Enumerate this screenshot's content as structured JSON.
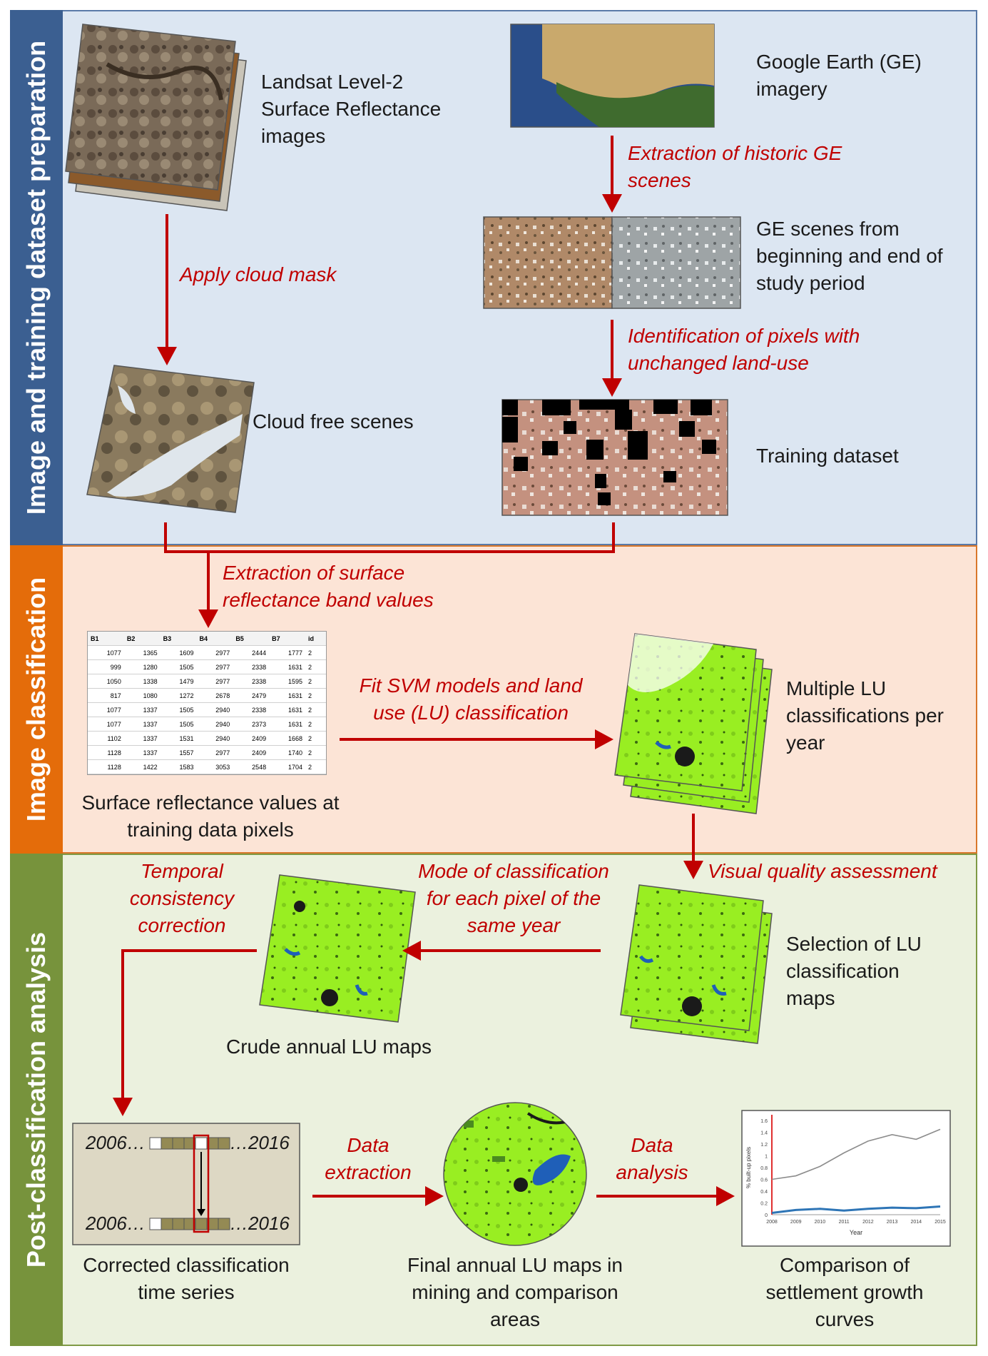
{
  "sections": [
    {
      "label": "Image and training dataset preparation",
      "side_color": "#3b5f91",
      "bg": "#dce6f2"
    },
    {
      "label": "Image classification",
      "side_color": "#e46c0a",
      "bg": "#fce4d6"
    },
    {
      "label": "Post-classification analysis",
      "side_color": "#77933c",
      "bg": "#ebf1de"
    }
  ],
  "nodes": {
    "landsat": "Landsat Level-2 Surface Reflectance images",
    "google_earth": "Google Earth (GE) imagery",
    "ge_scenes": "GE scenes from beginning and end of study period",
    "cloud_free": "Cloud free scenes",
    "training_dataset": "Training dataset",
    "multiple_lu": "Multiple LU classifications per year",
    "sr_values": "Surface reflectance values at training data pixels",
    "crude_lu": "Crude annual LU maps",
    "selection_lu": "Selection of LU classification maps",
    "corrected_ts": "Corrected classification time series",
    "final_lu": "Final annual LU maps in mining and comparison areas",
    "comparison": "Comparison of settlement growth curves"
  },
  "edges": {
    "apply_cloud_mask": "Apply cloud mask",
    "extract_ge": "Extraction of historic GE scenes",
    "identify_pixels": "Identification of pixels with unchanged land-use",
    "extract_bands": "Extraction of surface reflectance band values",
    "fit_svm": "Fit SVM models and land use (LU) classification",
    "visual_qa": "Visual quality assessment",
    "mode_classification": "Mode of classification for each pixel of the same year",
    "temporal_correction": "Temporal consistency correction",
    "data_extraction": "Data extraction",
    "data_analysis": "Data analysis"
  },
  "timeseries": {
    "start_label_top": "2006…",
    "end_label_top": "…2016",
    "start_label_bottom": "2006…",
    "end_label_bottom": "…2016"
  },
  "table": {
    "headers": [
      "B1",
      "B2",
      "B3",
      "B4",
      "B5",
      "B7",
      "id"
    ],
    "rows": [
      [
        "1077",
        "1365",
        "1609",
        "2977",
        "2444",
        "1777",
        "2"
      ],
      [
        "999",
        "1280",
        "1505",
        "2977",
        "2338",
        "1631",
        "2"
      ],
      [
        "1050",
        "1338",
        "1479",
        "2977",
        "2338",
        "1595",
        "2"
      ],
      [
        "817",
        "1080",
        "1272",
        "2678",
        "2479",
        "1631",
        "2"
      ],
      [
        "1077",
        "1337",
        "1505",
        "2940",
        "2338",
        "1631",
        "2"
      ],
      [
        "1077",
        "1337",
        "1505",
        "2940",
        "2373",
        "1631",
        "2"
      ],
      [
        "1102",
        "1337",
        "1531",
        "2940",
        "2409",
        "1668",
        "2"
      ],
      [
        "1128",
        "1337",
        "1557",
        "2977",
        "2409",
        "1740",
        "2"
      ],
      [
        "1128",
        "1422",
        "1583",
        "3053",
        "2548",
        "1704",
        "2"
      ]
    ]
  },
  "chart_data": {
    "type": "line",
    "x": [
      2008,
      2009,
      2010,
      2011,
      2012,
      2013,
      2014,
      2015
    ],
    "xlabel": "Year",
    "ylabel": "% built-up pixels",
    "ylim": [
      0,
      1.6
    ],
    "yticks": [
      "1.6",
      "1.4",
      "1.2",
      "1",
      "0.8",
      "0.6",
      "0.4",
      "0.2",
      "0"
    ],
    "xticks": [
      "2008",
      "2009",
      "2010",
      "2011",
      "2012",
      "2013",
      "2014",
      "2015"
    ],
    "series": [
      {
        "values": [
          0.6,
          0.66,
          0.82,
          1.05,
          1.25,
          1.36,
          1.28,
          1.45
        ],
        "color": "#8c8c8c"
      },
      {
        "values": [
          0.03,
          0.08,
          0.1,
          0.07,
          0.1,
          0.12,
          0.11,
          0.14
        ],
        "color": "#2e75b6"
      }
    ],
    "marker_line_x": 2008
  }
}
